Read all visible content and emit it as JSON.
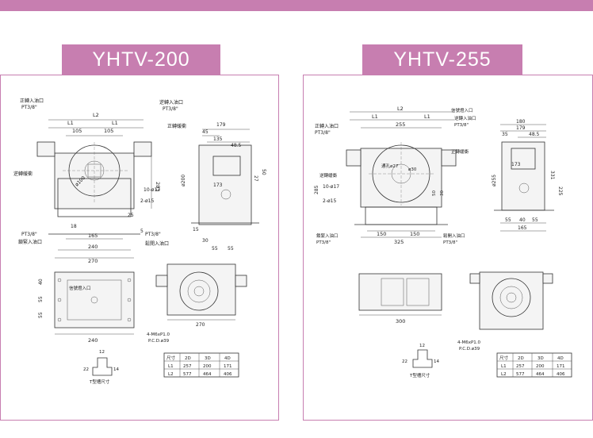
{
  "banner_color": "#c77eb0",
  "left": {
    "title": "YHTV-200",
    "labels": {
      "fwd_oil": "正轉入油口",
      "fwd_pt": "PT3/8\"",
      "rev_oil": "逆轉入油口",
      "rev_pt": "PT3/8\"",
      "fwd_buffer": "正轉緩衝",
      "rev_buffer": "逆轉緩衝",
      "pt_left": "PT3/8\"",
      "lock_oil": "鎖緊入油口",
      "pt_right": "PT3/8\"",
      "release_oil": "鬆開入油口",
      "hole1": "10-ø17",
      "hole2": "2-ø15",
      "sensor": "信號燈入口",
      "screw": "4-M6xP1.0",
      "pcd": "P.C.D.ø39",
      "tslot": "T型槽尺寸"
    },
    "dims": {
      "L2": "L2",
      "L1a": "L1",
      "L1b": "L1",
      "d105a": "105",
      "d105b": "105",
      "d283": "283",
      "d100": "ø100",
      "d25": "25",
      "d165": "165",
      "d240": "240",
      "d270": "270",
      "d18": "18",
      "d5": "5",
      "s179": "179",
      "s45": "45",
      "s135": "135",
      "s485": "48.5",
      "s173": "173",
      "s27": "27",
      "s50": "50",
      "s200": "ø200",
      "s15": "15",
      "s30": "30",
      "s55a": "55",
      "s55b": "55",
      "p40": "40",
      "p55a": "55",
      "p55b": "55",
      "p240": "240",
      "b270": "270",
      "t12": "12",
      "t22": "22",
      "t14": "14"
    },
    "table": {
      "header": [
        "尺寸",
        "2D",
        "3D",
        "4D"
      ],
      "rows": [
        [
          "L1",
          "257",
          "200",
          "171"
        ],
        [
          "L2",
          "577",
          "464",
          "406"
        ]
      ]
    }
  },
  "right": {
    "title": "YHTV-255",
    "labels": {
      "fwd_oil": "正轉入油口",
      "fwd_pt": "PT3/8\"",
      "rev_oil": "逆轉入油口",
      "rev_pt": "PT3/8\"",
      "sensor_top": "信號燈入口",
      "fwd_buffer": "正轉緩衝",
      "rev_buffer": "逆轉緩衝",
      "lock_oil": "鎖緊入油口",
      "pt_left": "PT3/8\"",
      "release_oil": "鬆開入油口",
      "pt_right": "PT3/8\"",
      "hole1": "10-ø17",
      "hole2": "2-ø15",
      "screw": "4-M6xP1.0",
      "pcd": "P.C.D.ø39",
      "tslot": "T型槽尺寸",
      "bore": "通孔ø27"
    },
    "dims": {
      "L2": "L2",
      "L1a": "L1",
      "L1b": "L1",
      "d255": "255",
      "d285": "285",
      "d150a": "150",
      "d150b": "150",
      "d325": "325",
      "d30": "ø30",
      "d50": "50",
      "d30b": "30",
      "s180": "180",
      "s179": "179",
      "s35": "35",
      "s485": "48.5",
      "s173": "173",
      "s255": "ø255",
      "s331": "331",
      "s225": "225",
      "s55a": "55",
      "s40": "40",
      "s55b": "55",
      "s165": "165",
      "p300": "300",
      "t12": "12",
      "t22": "22",
      "t14": "14"
    },
    "table": {
      "header": [
        "尺寸",
        "2D",
        "3D",
        "4D"
      ],
      "rows": [
        [
          "L1",
          "257",
          "200",
          "171"
        ],
        [
          "L2",
          "577",
          "464",
          "406"
        ]
      ]
    }
  }
}
